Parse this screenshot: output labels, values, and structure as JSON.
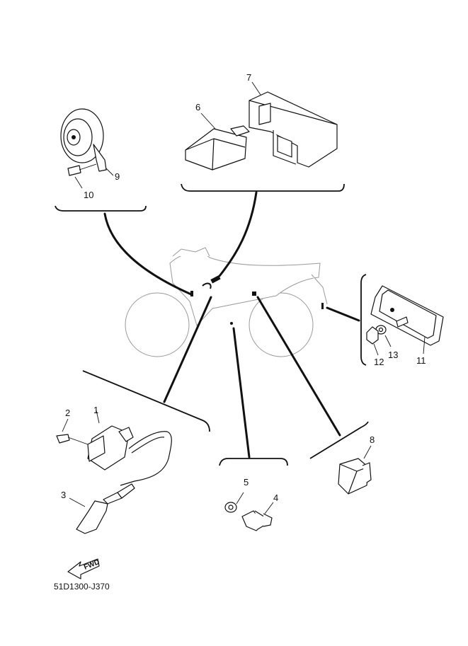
{
  "diagram": {
    "part_code": "51D1300-J370",
    "fwd_label": "FWD",
    "callouts": {
      "c1": "1",
      "c2": "2",
      "c3": "3",
      "c4": "4",
      "c5": "5",
      "c6": "6",
      "c7": "7",
      "c8": "8",
      "c9": "9",
      "c10": "10",
      "c11": "11",
      "c12": "12",
      "c13": "13"
    }
  }
}
